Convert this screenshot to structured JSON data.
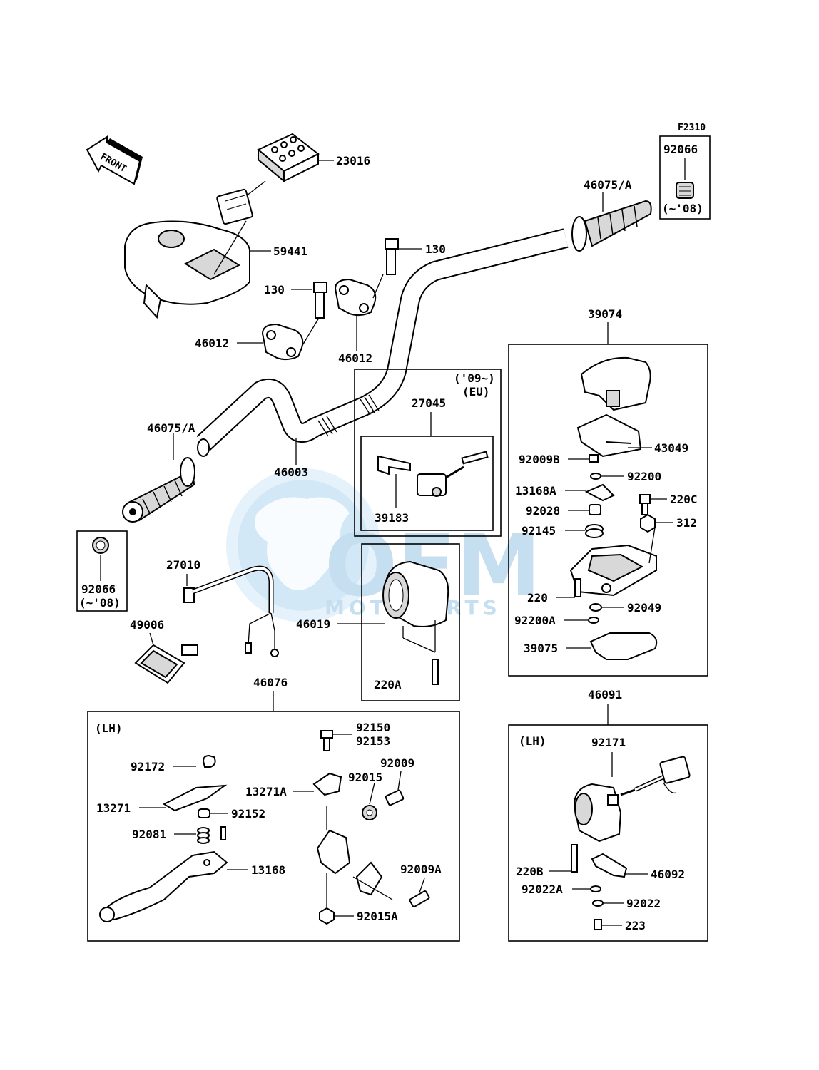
{
  "diagram": {
    "code": "F2310",
    "front_label": "FRONT",
    "watermark": {
      "brand": "OEM",
      "sub": "MOTOPARTS"
    },
    "parts": {
      "p23016": "23016",
      "p59441": "59441",
      "p130a": "130",
      "p130b": "130",
      "p46012a": "46012",
      "p46012b": "46012",
      "p46075a_top": "46075/A",
      "p46075a_left": "46075/A",
      "p92066_top": "92066",
      "p92066_left": "92066",
      "p46003": "46003",
      "p27045": "27045",
      "p39183": "39183",
      "p27010": "27010",
      "p49006": "49006",
      "p46019": "46019",
      "p220A": "220A",
      "p46076": "46076",
      "p39074": "39074",
      "p43049": "43049",
      "p92009B": "92009B",
      "p92200": "92200",
      "p13168A": "13168A",
      "p220C": "220C",
      "p92028": "92028",
      "p312": "312",
      "p92145": "92145",
      "p220": "220",
      "p92049": "92049",
      "p92200A": "92200A",
      "p39075": "39075",
      "p92150": "92150",
      "p92153": "92153",
      "p92009": "92009",
      "p92172": "92172",
      "p92015": "92015",
      "p13271A": "13271A",
      "p13271": "13271",
      "p92152": "92152",
      "p92081": "92081",
      "p13168": "13168",
      "p92009A": "92009A",
      "p92015A": "92015A",
      "p46091": "46091",
      "p92171": "92171",
      "p220B": "220B",
      "p46092": "46092",
      "p92022A": "92022A",
      "p92022": "92022",
      "p223": "223"
    },
    "notes": {
      "upto08_top": "(~'08)",
      "upto08_left": "(~'08)",
      "from09": "('09~)",
      "eu": "(EU)",
      "lh_left": "(LH)",
      "lh_right": "(LH)"
    }
  }
}
